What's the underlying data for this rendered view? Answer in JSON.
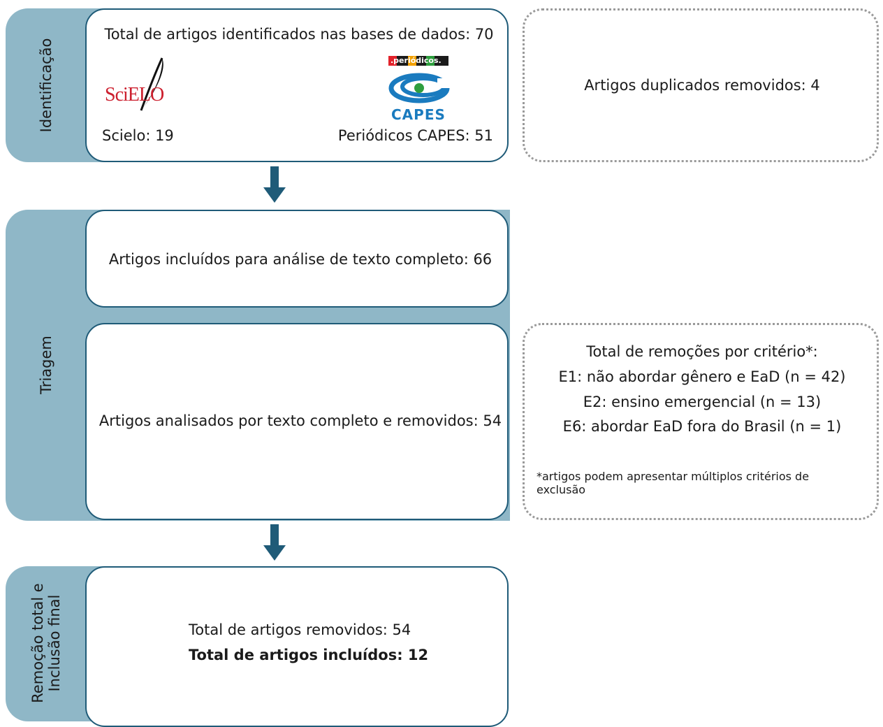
{
  "stages": {
    "identificacao": "Identificação",
    "triagem": "Triagem",
    "final": "Remoção total e Inclusão final"
  },
  "identification": {
    "total": "Total de artigos identificados nas bases de dados: 70",
    "scielo_logo": "SciELO",
    "capes_banner": ".periódicos.",
    "capes_word": "CAPES",
    "scielo_count": "Scielo: 19",
    "capes_count": "Periódicos CAPES: 51",
    "duplicates": "Artigos duplicados removidos: 4"
  },
  "screening": {
    "included_full_text": "Artigos incluídos para análise de texto completo: 66",
    "analyzed_removed": "Artigos analisados por texto completo e removidos: 54",
    "criteria_title": "Total de remoções por critério*:",
    "criteria": [
      "E1: não abordar gênero e EaD (n = 42)",
      "E2: ensino emergencial (n = 13)",
      "E6: abordar EaD fora do Brasil (n = 1)"
    ],
    "footnote": "*artigos podem apresentar múltiplos critérios de exclusão"
  },
  "final": {
    "removed": "Total de artigos removidos: 54",
    "included": "Total de artigos incluídos: 12"
  },
  "colors": {
    "band": "#8fb7c7",
    "border": "#1f5b78",
    "arrow": "#1f5b78",
    "dotted": "#9a9a9a",
    "scielo_red": "#cc1f2e",
    "capes_blue": "#1a7bbf",
    "capes_green": "#2e9e3e"
  }
}
